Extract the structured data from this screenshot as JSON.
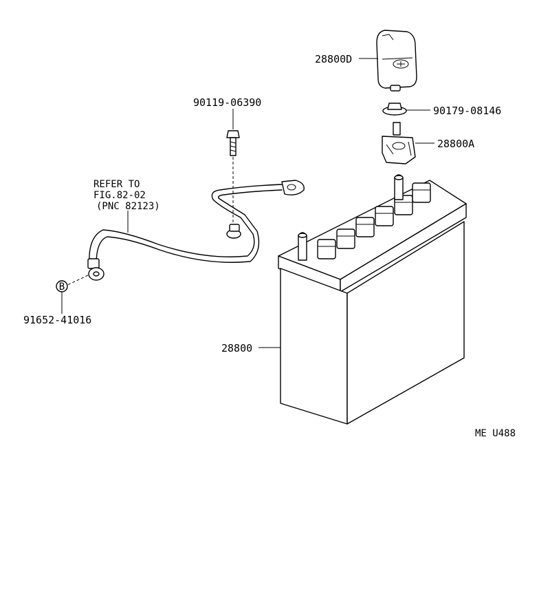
{
  "parts": {
    "cover": "28800D",
    "nut": "90179-08146",
    "clamp": "28800A",
    "bolt": "90119-06390",
    "battery": "28800",
    "screw": "91652-41016"
  },
  "reference_note": {
    "line1": "REFER TO",
    "line2": "FIG.82-02",
    "line3": "(PNC 82123)"
  },
  "screw_marker": "B",
  "drawing_code": "ME U488"
}
